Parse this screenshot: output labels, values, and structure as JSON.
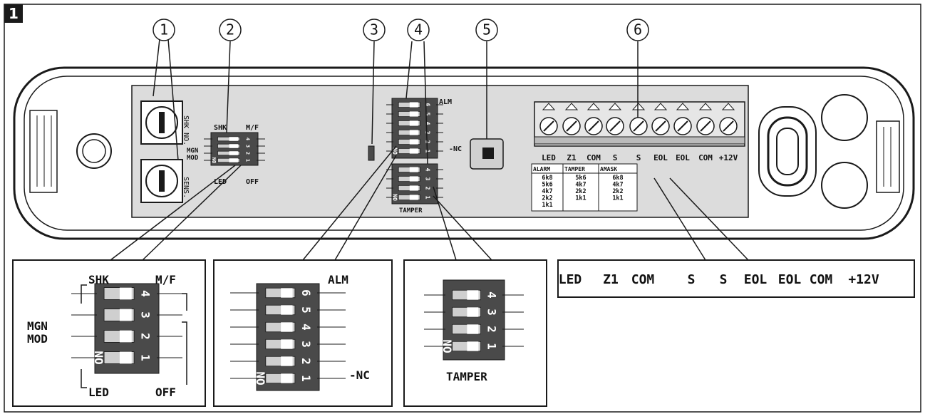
{
  "figure_number": "1",
  "callouts": [
    "1",
    "2",
    "3",
    "4",
    "5",
    "6"
  ],
  "switch_labels": {
    "shk": "SHK",
    "mf": "M/F",
    "mgn": "MGN",
    "mod": "MOD",
    "led": "LED",
    "off": "OFF",
    "alm": "ALM",
    "nc": "-NC",
    "tamper": "TAMPER",
    "on": "ON",
    "shk_no": "SHK NO.",
    "sens": "SENS."
  },
  "dip_numbers": {
    "sw4": [
      "4",
      "3",
      "2",
      "1"
    ],
    "sw6": [
      "6",
      "5",
      "4",
      "3",
      "2",
      "1"
    ]
  },
  "terminals": [
    "LED",
    "Z1",
    "COM",
    "S",
    "S",
    "EOL",
    "EOL",
    "COM",
    "+12V"
  ],
  "eol_table": {
    "headers": [
      "ALARM",
      "TAMPER",
      "AMASK"
    ],
    "columns": [
      [
        "6k8",
        "5k6",
        "4k7",
        "2k2",
        "1k1"
      ],
      [
        "5k6",
        "4k7",
        "2k2",
        "1k1"
      ],
      [
        "6k8",
        "4k7",
        "2k2",
        "1k1"
      ]
    ]
  },
  "colors": {
    "line": "#1a1a1a",
    "board": "#dcdcdc",
    "switch_body": "#4a4a4a",
    "panel": "#e6e6e6"
  }
}
